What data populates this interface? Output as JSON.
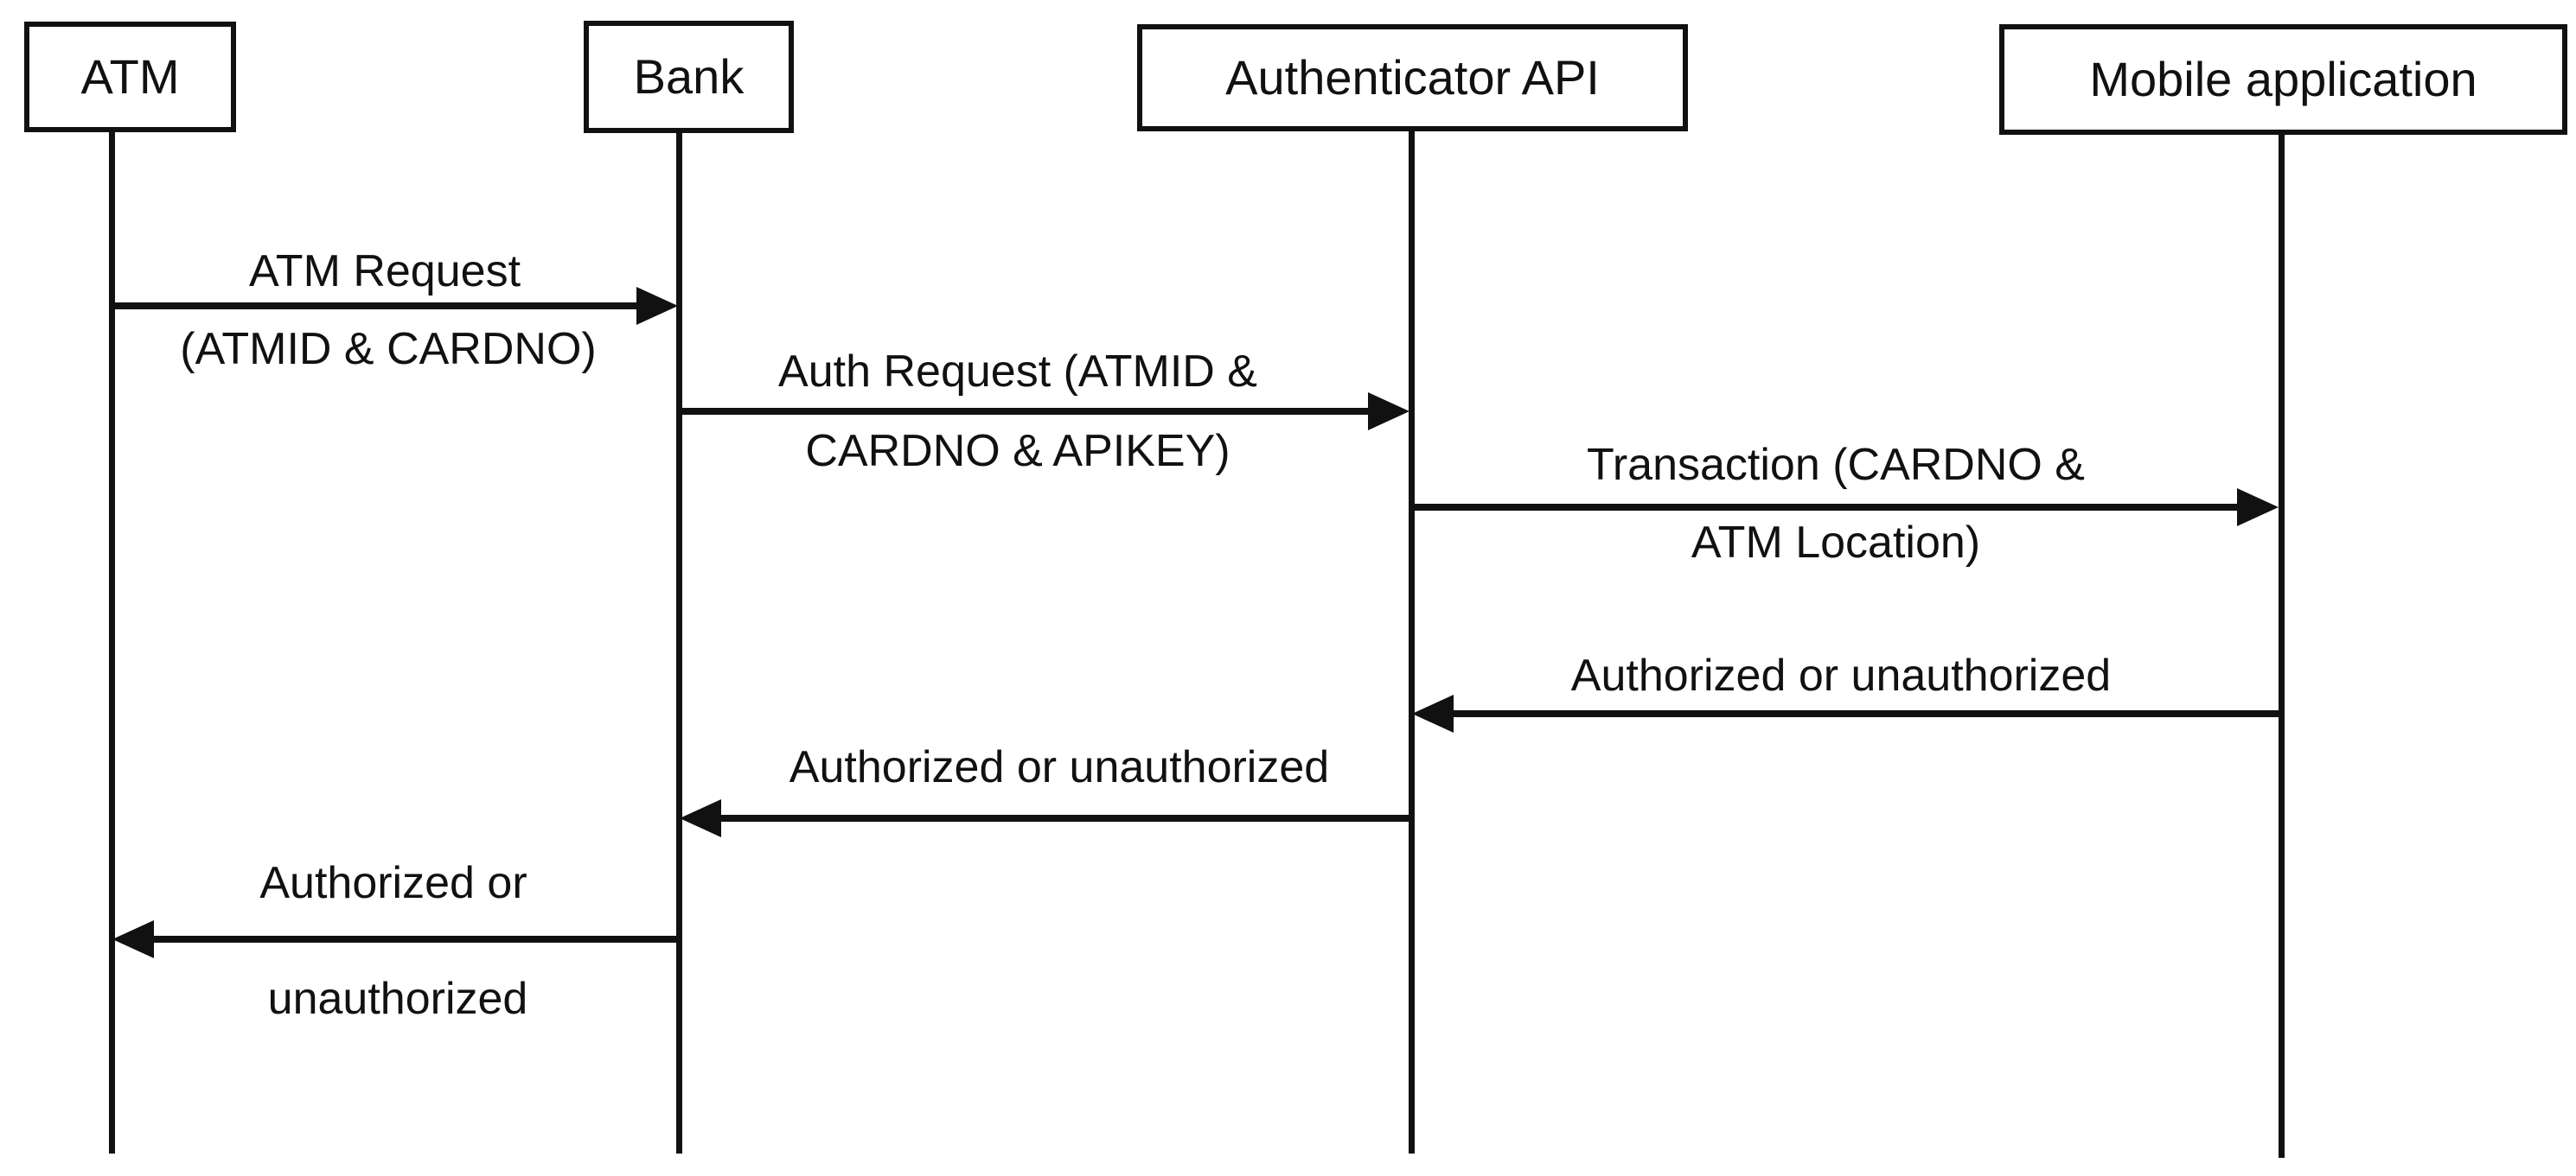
{
  "diagram": {
    "type": "sequence-diagram",
    "colors": {
      "line": "#111111",
      "background": "#ffffff",
      "text": "#111111"
    },
    "actors": [
      {
        "name": "ATM"
      },
      {
        "name": "Bank"
      },
      {
        "name": "Authenticator API"
      },
      {
        "name": "Mobile application"
      }
    ],
    "messages": [
      {
        "from": "ATM",
        "to": "Bank",
        "direction": "right",
        "line1": "ATM Request",
        "line2": "(ATMID & CARDNO)"
      },
      {
        "from": "Bank",
        "to": "Authenticator API",
        "direction": "right",
        "line1": "Auth Request (ATMID &",
        "line2": "CARDNO & APIKEY)"
      },
      {
        "from": "Authenticator API",
        "to": "Mobile application",
        "direction": "right",
        "line1": "Transaction (CARDNO &",
        "line2": "ATM Location)"
      },
      {
        "from": "Mobile application",
        "to": "Authenticator API",
        "direction": "left",
        "line1": "Authorized or unauthorized"
      },
      {
        "from": "Authenticator API",
        "to": "Bank",
        "direction": "left",
        "line1": "Authorized or unauthorized"
      },
      {
        "from": "Bank",
        "to": "ATM",
        "direction": "left",
        "line1": "Authorized or",
        "line2": "unauthorized"
      }
    ]
  }
}
